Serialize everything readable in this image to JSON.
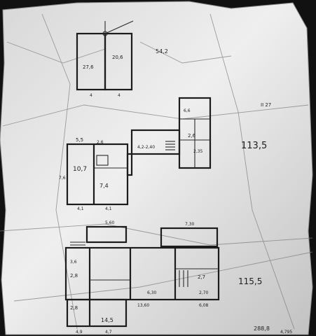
{
  "colors": {
    "paper": "#cfcfcf",
    "paper_light": "#e9e9e9",
    "ink": "#1c1c1c",
    "edge": "#0d0d0d"
  },
  "plan": {
    "top_block": {
      "label_a": "27,6",
      "label_b": "20,6",
      "label_c": "4",
      "label_d": "4"
    },
    "corner_note": "54,2",
    "right_note": "II 27",
    "total_mid": "113,5",
    "middle_block": {
      "left_width": "5,5",
      "dim_top": "2,6",
      "room_big": "10,7",
      "room_small": "7,4",
      "depth": "7,6",
      "bottom_a": "4,1",
      "bottom_b": "4,1",
      "passage": "4,2-2,40",
      "annex": "2,6",
      "annex_b": "2,35",
      "annex_c": "6,6"
    },
    "lower_block": {
      "dim_top_a": "5,60",
      "dim_top_b": "7,30",
      "dim_left": "3,6",
      "room_a": "2,8",
      "room_b": "2,8",
      "room_c": "14,5",
      "room_d": "2,7",
      "dim_mid": "6,30",
      "dim_right": "2,70",
      "dim_bottom": "13,60",
      "dim_br": "6,08",
      "dim_bl": "4,9",
      "dim_bm": "4,7"
    },
    "total_low": "115,5",
    "footer_a": "288,8",
    "footer_b": "4,795"
  }
}
